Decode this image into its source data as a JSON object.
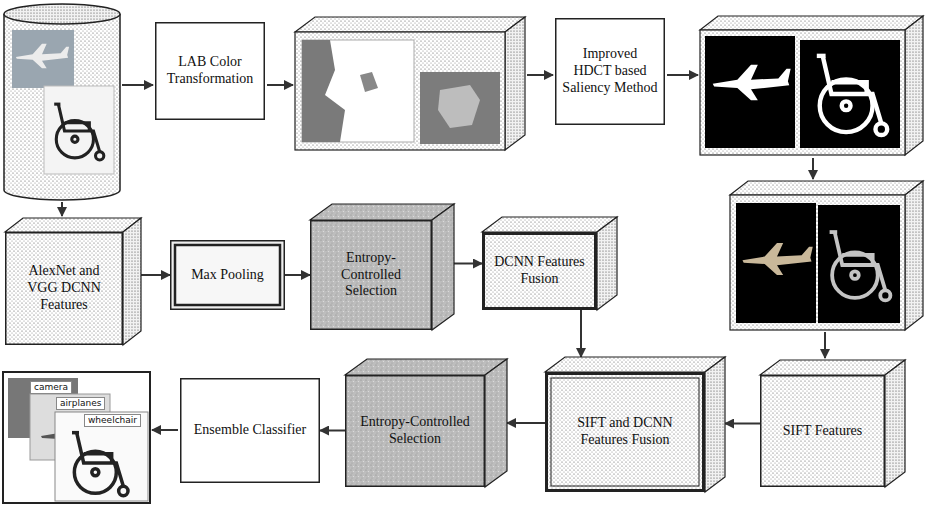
{
  "diagram": {
    "nodes": [
      {
        "text": [
          "LAB Color Transformation"
        ]
      },
      {
        "text": [
          "Improved HDCT based Saliency Method"
        ]
      },
      {
        "text": [
          "AlexNet and VGG DCNN Features"
        ]
      },
      {
        "text": [
          "Max Pooling"
        ]
      },
      {
        "text": [
          "Entropy-Controlled Selection"
        ]
      },
      {
        "text": [
          "DCNN Features Fusion"
        ]
      },
      {
        "text": [
          "SIFT Features"
        ]
      },
      {
        "text": [
          "SIFT and DCNN Features Fusion"
        ]
      },
      {
        "text": [
          "Entropy-Controlled Selection"
        ]
      },
      {
        "text": [
          "Ensemble Classifier"
        ]
      }
    ],
    "edges": [
      {
        "from": 2,
        "to": 3,
        "arrow": "to"
      },
      {
        "from": 3,
        "to": 4,
        "arrow": "to"
      },
      {
        "from": 4,
        "to": 5,
        "arrow": "to"
      },
      {
        "from": 5,
        "to": 7,
        "arrow": "to"
      },
      {
        "from": 6,
        "to": 7,
        "arrow": "to"
      },
      {
        "from": 7,
        "to": 8,
        "arrow": "to"
      },
      {
        "from": 8,
        "to": 9,
        "arrow": "to"
      }
    ],
    "labels": [
      "camera",
      "airplanes",
      "wheelchair"
    ]
  }
}
